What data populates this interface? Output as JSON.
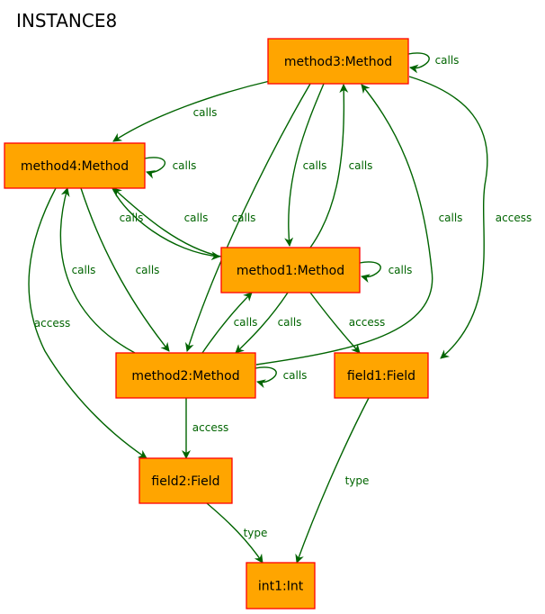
{
  "title": "INSTANCE8",
  "colors": {
    "node_fill": "#ffa500",
    "node_border": "#ff0000",
    "edge": "#006400",
    "edge_label": "#006400",
    "background": "#ffffff"
  },
  "nodes": {
    "method3": "method3:Method",
    "method4": "method4:Method",
    "method1": "method1:Method",
    "method2": "method2:Method",
    "field1": "field1:Field",
    "field2": "field2:Field",
    "int1": "int1:Int"
  },
  "edges": [
    {
      "from": "method3",
      "to": "method3",
      "label": "calls"
    },
    {
      "from": "method3",
      "to": "method4",
      "label": "calls"
    },
    {
      "from": "method3",
      "to": "method2",
      "label": "calls"
    },
    {
      "from": "method3",
      "to": "method1",
      "label": "calls"
    },
    {
      "from": "method3",
      "to": "field1",
      "label": "access"
    },
    {
      "from": "method4",
      "to": "method4",
      "label": "calls"
    },
    {
      "from": "method4",
      "to": "method1",
      "label": "calls"
    },
    {
      "from": "method4",
      "to": "method2",
      "label": "calls"
    },
    {
      "from": "method4",
      "to": "field2",
      "label": "access"
    },
    {
      "from": "method1",
      "to": "method4",
      "label": "calls"
    },
    {
      "from": "method1",
      "to": "method3",
      "label": "calls"
    },
    {
      "from": "method1",
      "to": "method1",
      "label": "calls"
    },
    {
      "from": "method1",
      "to": "method2",
      "label": "calls"
    },
    {
      "from": "method1",
      "to": "field1",
      "label": "access"
    },
    {
      "from": "method2",
      "to": "method4",
      "label": "calls"
    },
    {
      "from": "method2",
      "to": "method1",
      "label": "calls"
    },
    {
      "from": "method2",
      "to": "method3",
      "label": "calls"
    },
    {
      "from": "method2",
      "to": "method2",
      "label": "calls"
    },
    {
      "from": "method2",
      "to": "field2",
      "label": "access"
    },
    {
      "from": "field1",
      "to": "int1",
      "label": "type"
    },
    {
      "from": "field2",
      "to": "int1",
      "label": "type"
    }
  ]
}
